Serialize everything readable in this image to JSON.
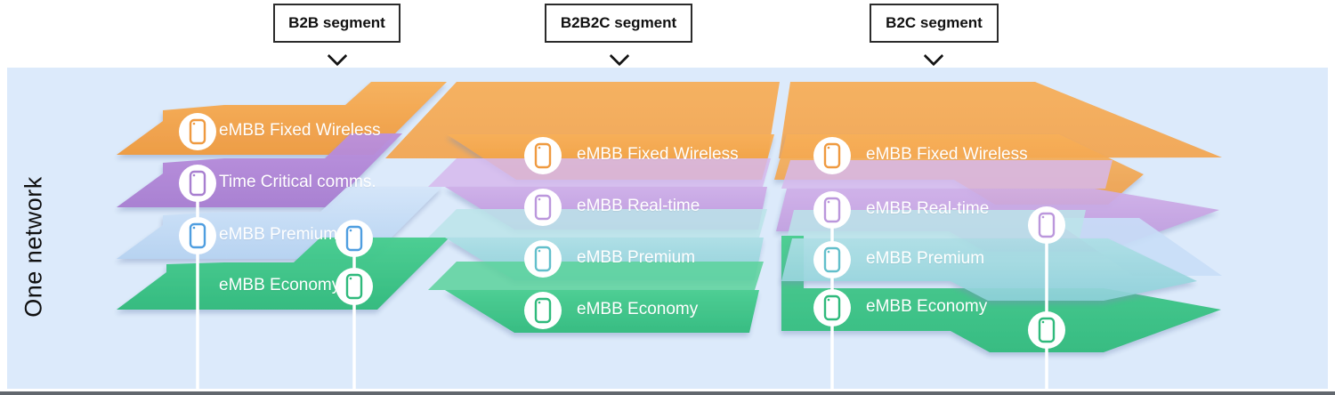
{
  "header": {
    "segments": [
      {
        "label": "B2B segment"
      },
      {
        "label": "B2B2C segment"
      },
      {
        "label": "B2C segment"
      }
    ],
    "chevron_icon": "chevron-down"
  },
  "side_label": "One network",
  "colors": {
    "canvas_background": "#dceafb",
    "orange": "#f3a04a",
    "purple_b2b": "#b088d6",
    "purple_light": "#c5a5e2",
    "blue": "#bfdaf6",
    "teal": "#9ed6de",
    "green": "#3ac185",
    "label_text": "#ffffff",
    "connector_line": "#ffffff",
    "bottom_strip": "#62676e"
  },
  "segments": [
    {
      "name": "B2B segment",
      "rows": [
        {
          "label": "eMBB Fixed Wireless",
          "icon": "phone-icon",
          "color": "orange"
        },
        {
          "label": "Time Critical comms.",
          "icon": "phone-icon",
          "color": "purple"
        },
        {
          "label": "eMBB Premium",
          "icon": "phone-icon",
          "color": "blue"
        },
        {
          "label": "eMBB Economy",
          "icon": "phone-icon",
          "color": "green"
        }
      ]
    },
    {
      "name": "B2B2C segment",
      "rows": [
        {
          "label": "eMBB Fixed Wireless",
          "icon": "phone-icon",
          "color": "orange"
        },
        {
          "label": "eMBB Real-time",
          "icon": "phone-icon",
          "color": "purple"
        },
        {
          "label": "eMBB Premium",
          "icon": "phone-icon",
          "color": "teal"
        },
        {
          "label": "eMBB Economy",
          "icon": "phone-icon",
          "color": "green"
        }
      ]
    },
    {
      "name": "B2C segment",
      "rows": [
        {
          "label": "eMBB Fixed Wireless",
          "icon": "phone-icon",
          "color": "orange"
        },
        {
          "label": "eMBB Real-time",
          "icon": "phone-icon",
          "color": "purple"
        },
        {
          "label": "eMBB Premium",
          "icon": "phone-icon",
          "color": "teal"
        },
        {
          "label": "eMBB Economy",
          "icon": "phone-icon",
          "color": "green"
        }
      ]
    }
  ]
}
